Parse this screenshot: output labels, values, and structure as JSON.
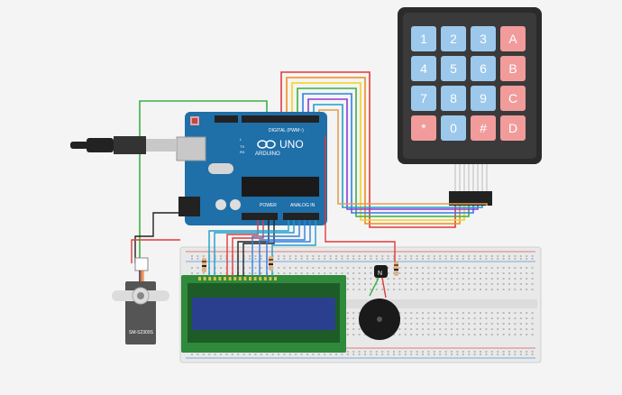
{
  "keypad": {
    "keys": [
      [
        "1",
        "2",
        "3",
        "A"
      ],
      [
        "4",
        "5",
        "6",
        "B"
      ],
      [
        "7",
        "8",
        "9",
        "C"
      ],
      [
        "*",
        "0",
        "#",
        "D"
      ]
    ],
    "colors": {
      "digit": "#9cc8ec",
      "letter": "#f19b9b",
      "symbol": "#f19b9b",
      "body": "#2b2b2b"
    }
  },
  "arduino": {
    "brand": "ARDUINO",
    "model": "UNO",
    "digital_label": "DIGITAL (PWM~)",
    "power_label": "POWER",
    "analog_label": "ANALOG IN",
    "tx_label": "TX",
    "rx_label": "RX",
    "l_label": "L",
    "color": "#1f6fa8"
  },
  "servo": {
    "label": "SM-S2309S"
  },
  "transistor": {
    "label": "N"
  },
  "wire_colors": [
    "#e23a3a",
    "#f28c1e",
    "#f2d21e",
    "#3cb043",
    "#2f7fe0",
    "#8e3ad6",
    "#1e9ec9"
  ]
}
